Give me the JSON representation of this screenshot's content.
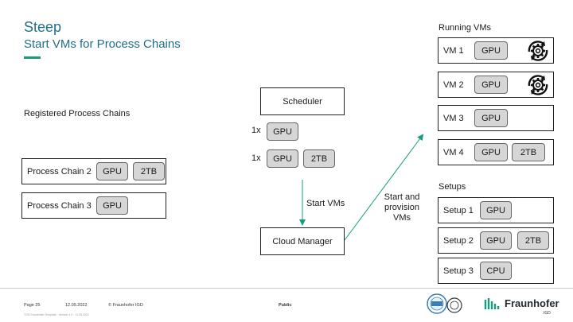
{
  "header": {
    "title": "Steep",
    "subtitle": "Start VMs for Process Chains"
  },
  "registered": {
    "heading": "Registered Process Chains",
    "chains": [
      {
        "label": "Process Chain 2",
        "tags": [
          "GPU",
          "2TB"
        ]
      },
      {
        "label": "Process Chain 3",
        "tags": [
          "GPU"
        ]
      }
    ]
  },
  "center": {
    "scheduler": "Scheduler",
    "req1": {
      "mult": "1x",
      "tags": [
        "GPU"
      ]
    },
    "req2": {
      "mult": "1x",
      "tags": [
        "GPU",
        "2TB"
      ]
    },
    "start_label": "Start VMs",
    "cloud_manager": "Cloud Manager",
    "provision_label": [
      "Start and",
      "provision",
      "VMs"
    ]
  },
  "running": {
    "heading": "Running VMs",
    "vms": [
      {
        "label": "VM 1",
        "tags": [
          "GPU"
        ],
        "icon": "gear-sync-icon"
      },
      {
        "label": "VM 2",
        "tags": [
          "GPU"
        ],
        "icon": "gear-sync-icon"
      },
      {
        "label": "VM 3",
        "tags": [
          "GPU"
        ]
      },
      {
        "label": "VM 4",
        "tags": [
          "GPU",
          "2TB"
        ]
      }
    ]
  },
  "setups": {
    "heading": "Setups",
    "items": [
      {
        "label": "Setup 1",
        "tags": [
          "GPU"
        ]
      },
      {
        "label": "Setup 2",
        "tags": [
          "GPU",
          "2TB"
        ]
      },
      {
        "label": "Setup 3",
        "tags": [
          "CPU"
        ]
      }
    ]
  },
  "footer": {
    "page": "Page 25",
    "date": "12.05.2022",
    "copyright": "© Fraunhofer IGD",
    "classification": "Public",
    "tiny": "TOG Fraunhofer Template · Version 1.0 · 11.05.2022",
    "logo_name": "Fraunhofer",
    "logo_sub": "IGD"
  },
  "colors": {
    "title": "#1f6e8c",
    "accent": "#179c7d",
    "tag_fill": "#d6d6d6",
    "arrow": "#179c7d"
  }
}
